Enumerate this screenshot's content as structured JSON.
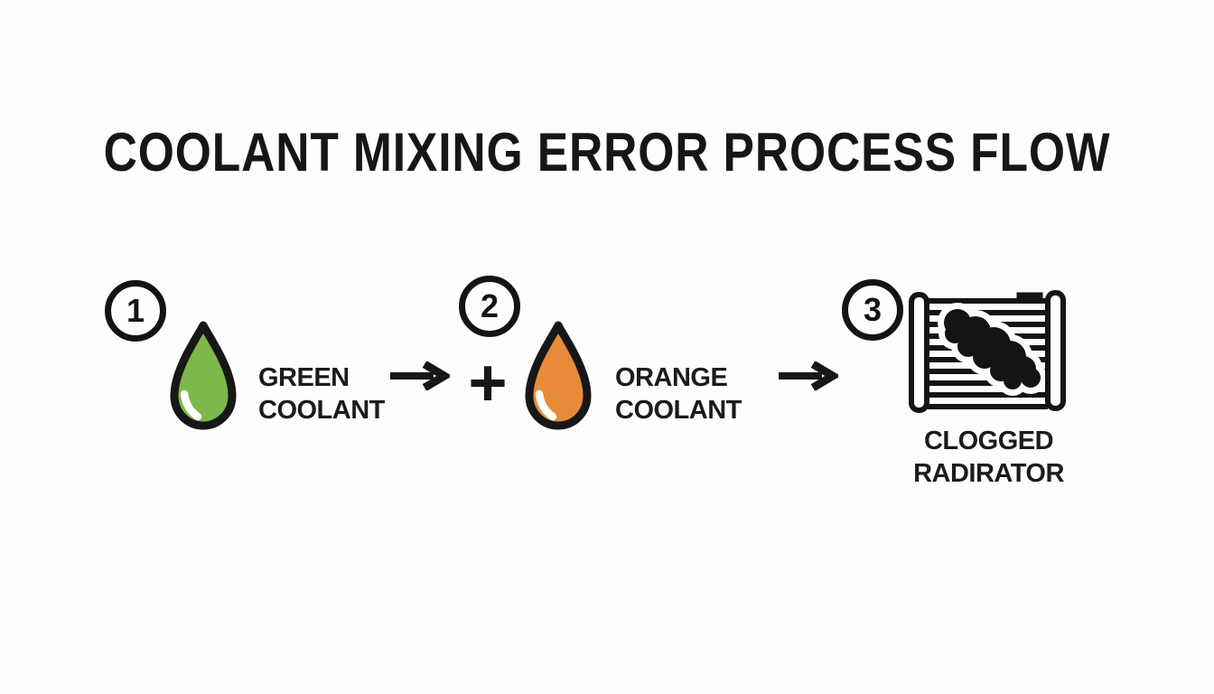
{
  "title": "COOLANT MIXING ERROR PROCESS FLOW",
  "colors": {
    "green_coolant": "#7cb84a",
    "orange_coolant": "#e78b39",
    "ink": "#171717",
    "background": "#fdfdfd"
  },
  "steps": [
    {
      "number": "1",
      "icon": "green-coolant-droplet-icon",
      "label_line1": "GREEN",
      "label_line2": "COOLANT"
    },
    {
      "number": "2",
      "icon": "orange-coolant-droplet-icon",
      "label_line1": "ORANGE",
      "label_line2": "COOLANT"
    },
    {
      "number": "3",
      "icon": "clogged-radiator-icon",
      "label_line1": "CLOGGED",
      "label_line2": "RADIRATOR"
    }
  ],
  "connectors": {
    "arrow1": "right-arrow",
    "plus": "+",
    "arrow2": "right-arrow"
  }
}
